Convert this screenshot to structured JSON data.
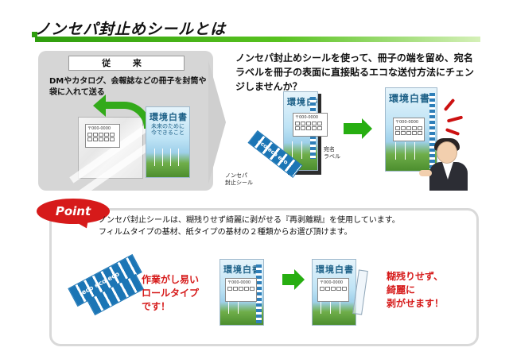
{
  "header": {
    "title": "ノンセパ封止めシールとは"
  },
  "conventional": {
    "label": "従 来",
    "description": "DMやカタログ、会報誌などの冊子を封筒や袋に入れて送る"
  },
  "booklet": {
    "title": "環境白書",
    "subtitle_line1": "未来のために",
    "subtitle_line2": "今できること"
  },
  "address_label": {
    "zip": "〒000-0000"
  },
  "proposal": {
    "text": "ノンセパ封止めシールを使って、冊子の端を留め、宛名ラベルを冊子の表面に直接貼るエコな送付方法にチェンジしませんか？"
  },
  "annotations": {
    "address_label_line1": "宛名",
    "address_label_line2": "ラベル",
    "seal_line1": "ノンセパ",
    "seal_line2": "封止シール"
  },
  "tape": {
    "text": "eco eco eco"
  },
  "point": {
    "badge": "Point",
    "line1": "ノンセパ封止シールは、糊残りせず綺麗に剥がせる『再剥離糊』を使用しています。",
    "line2": "フィルムタイプの基材、紙タイプの基材の２種類からお選び頂けます。"
  },
  "captions": {
    "left_line1": "作業がし易い",
    "left_line2": "ロールタイプ",
    "left_line3": "です！",
    "right_line1": "糊残りせず、",
    "right_line2": "綺麗に",
    "right_line3": "剥がせます！"
  },
  "colors": {
    "accent_green": "#27ae11",
    "point_red": "#d61a1a",
    "tape_blue": "#1b75b5"
  }
}
